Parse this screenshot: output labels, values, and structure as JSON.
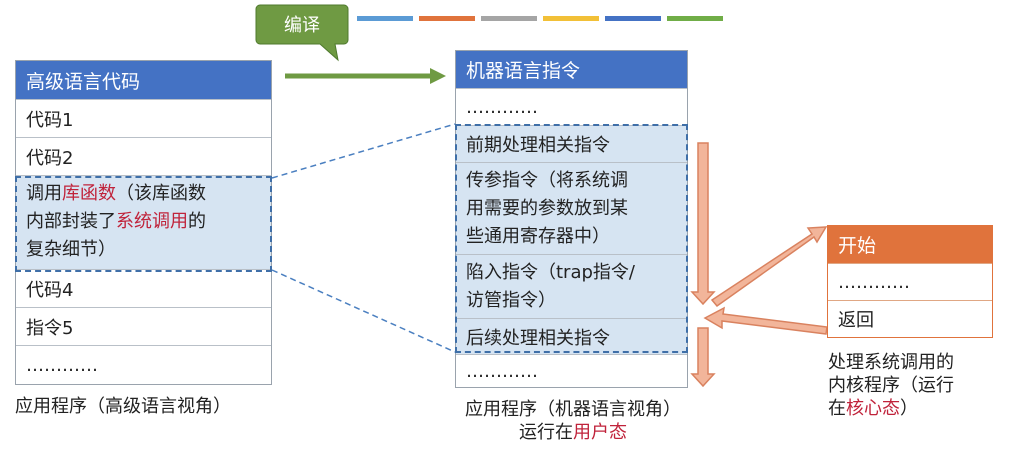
{
  "compile_label": "编译",
  "left": {
    "header": "高级语言代码",
    "rows": {
      "r1": "代码1",
      "r2": "代码2",
      "r3_a": "调用",
      "r3_b": "库函数",
      "r3_c": "（该库函数",
      "r3_d": "内部封装了",
      "r3_e": "系统调用",
      "r3_f": "的",
      "r3_g": "复杂细节）",
      "r4": "代码4",
      "r5": "指令5",
      "r6": "…………"
    },
    "caption": "应用程序（高级语言视角）"
  },
  "middle": {
    "header": "机器语言指令",
    "rows": {
      "r1": "…………",
      "r2": "前期处理相关指令",
      "r3_a": "传参指令（将系统调",
      "r3_b": "用需要的参数放到某",
      "r3_c": "些通用寄存器中）",
      "r4_a": "陷入指令（trap指令/",
      "r4_b": "访管指令）",
      "r5": "后续处理相关指令",
      "r6": "…………"
    },
    "caption_line1": "应用程序（机器语言视角）",
    "caption_line2_a": "运行在",
    "caption_line2_b": "用户态"
  },
  "right": {
    "header": "开始",
    "rows": {
      "r1": "…………",
      "r2": "返回"
    },
    "caption_line1": "处理系统调用的",
    "caption_line2": "内核程序（运行",
    "caption_line3_a": "在",
    "caption_line3_b": "核心态",
    "caption_line3_c": "）"
  },
  "color_bars": [
    "#5b9bd5",
    "#e0733c",
    "#a5a5a5",
    "#f2c037",
    "#4472c4",
    "#70ad47"
  ]
}
